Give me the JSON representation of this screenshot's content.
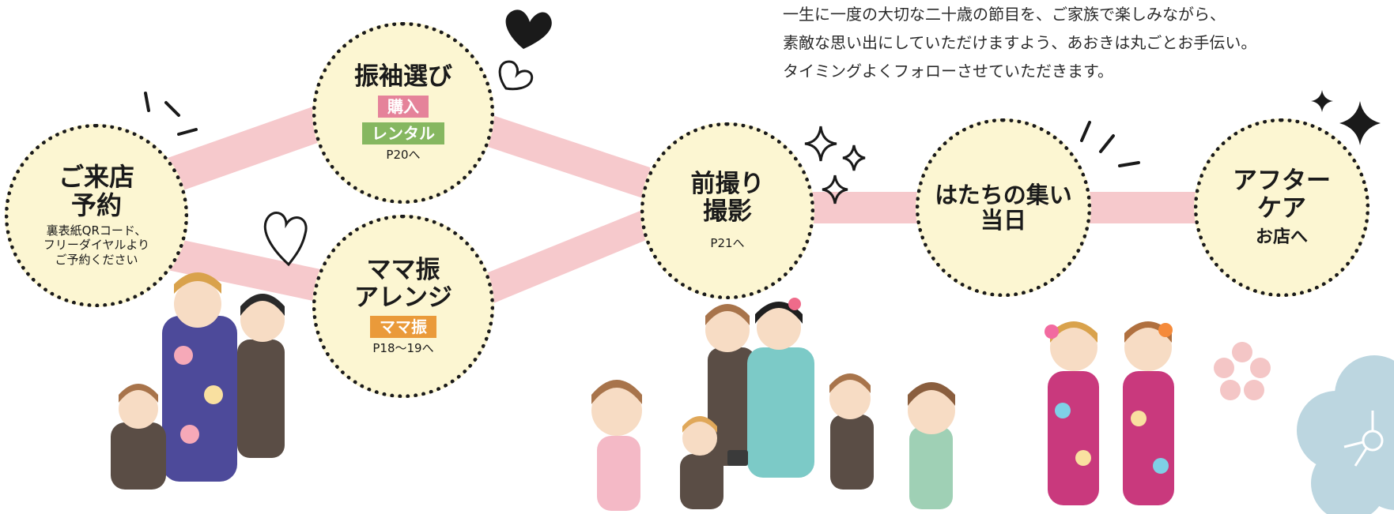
{
  "intro": {
    "line1": "一生に一度の大切な二十歳の節目を、ご家族で楽しみながら、",
    "line2": "素敵な思い出にしていただけますよう、あおきは丸ごとお手伝い。",
    "line3": "タイミングよくフォローさせていただきます。"
  },
  "steps": [
    {
      "title_l1": "ご来店",
      "title_l2": "予約",
      "note_l1": "裏表紙QRコード、",
      "note_l2": "フリーダイヤルより",
      "note_l3": "ご予約ください"
    },
    {
      "title_l1": "振袖選び",
      "badge1": "購入",
      "badge2": "レンタル",
      "page_ref": "P20へ"
    },
    {
      "title_l1": "ママ振",
      "title_l2": "アレンジ",
      "badge1": "ママ振",
      "page_ref": "P18〜19へ"
    },
    {
      "title_l1": "前撮り",
      "title_l2": "撮影",
      "page_ref": "P21へ"
    },
    {
      "title_l1": "はたちの集い",
      "title_l2": "当日"
    },
    {
      "title_l1": "アフター",
      "title_l2": "ケア",
      "sub": "お店へ"
    }
  ],
  "colors": {
    "connector": "#f6c9cc",
    "circle_fill": "#fcf6d2",
    "badge_purchase": "#e5839a",
    "badge_rental": "#86b760",
    "badge_mamafuri": "#ea9a3a",
    "plum_blue": "#bcd6e0",
    "plum_pink": "#f4c6c6"
  },
  "decorations": [
    "heart-icon",
    "heart-outline-icon",
    "sparkle-icon",
    "emphasis-lines-icon",
    "plum-blossom-icon",
    "people-illustration"
  ]
}
